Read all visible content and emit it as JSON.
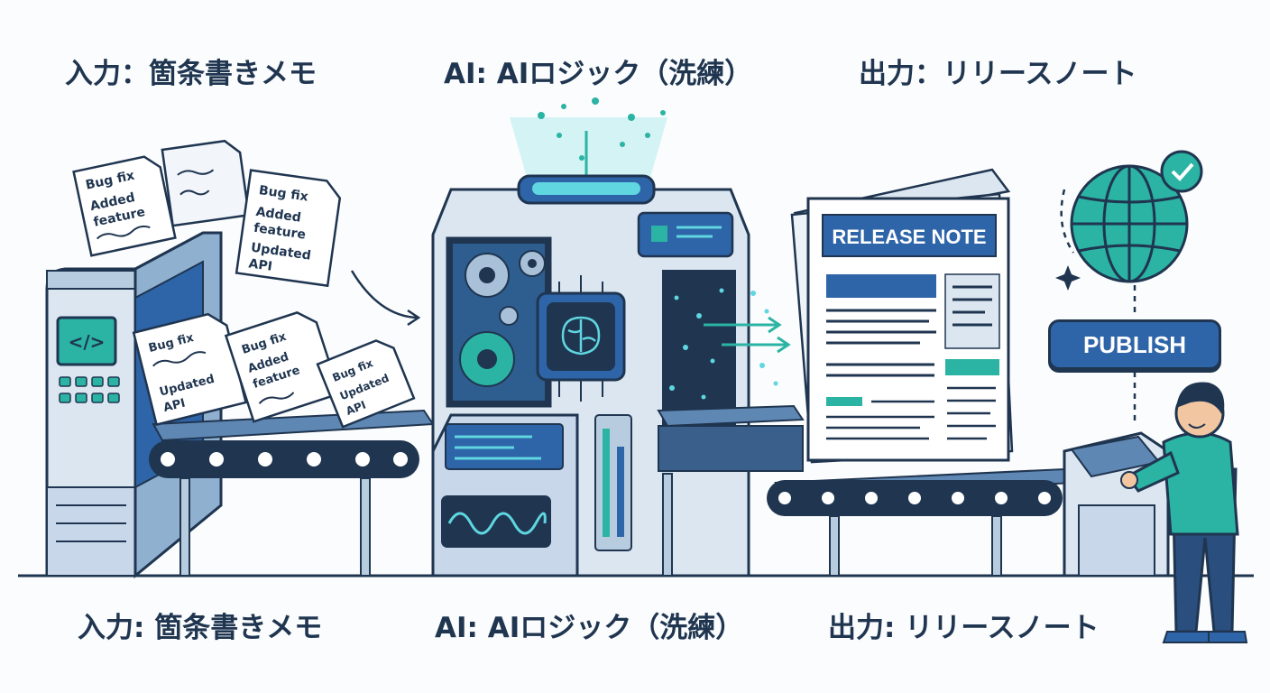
{
  "labels": {
    "top": [
      "入力：箇条書きメモ",
      "AI: AIロジック（洗練）",
      "出力：リリースノート"
    ],
    "bottom": [
      "入力: 箇条書きメモ",
      "AI: AIロジック（洗練）",
      "出力: リリースノート"
    ]
  },
  "memo": {
    "bug_fix": "Bug fix",
    "added": "Added",
    "feature": "feature",
    "updated": "Updated",
    "api": "API"
  },
  "input_machine": {
    "screen_code": "</>"
  },
  "document": {
    "title": "RELEASE NOTE"
  },
  "publish": {
    "label": "PUBLISH"
  },
  "colors": {
    "navy": "#1f3550",
    "blue": "#2e64a8",
    "teal": "#2bb3a3",
    "cyan": "#5fd6e0"
  }
}
